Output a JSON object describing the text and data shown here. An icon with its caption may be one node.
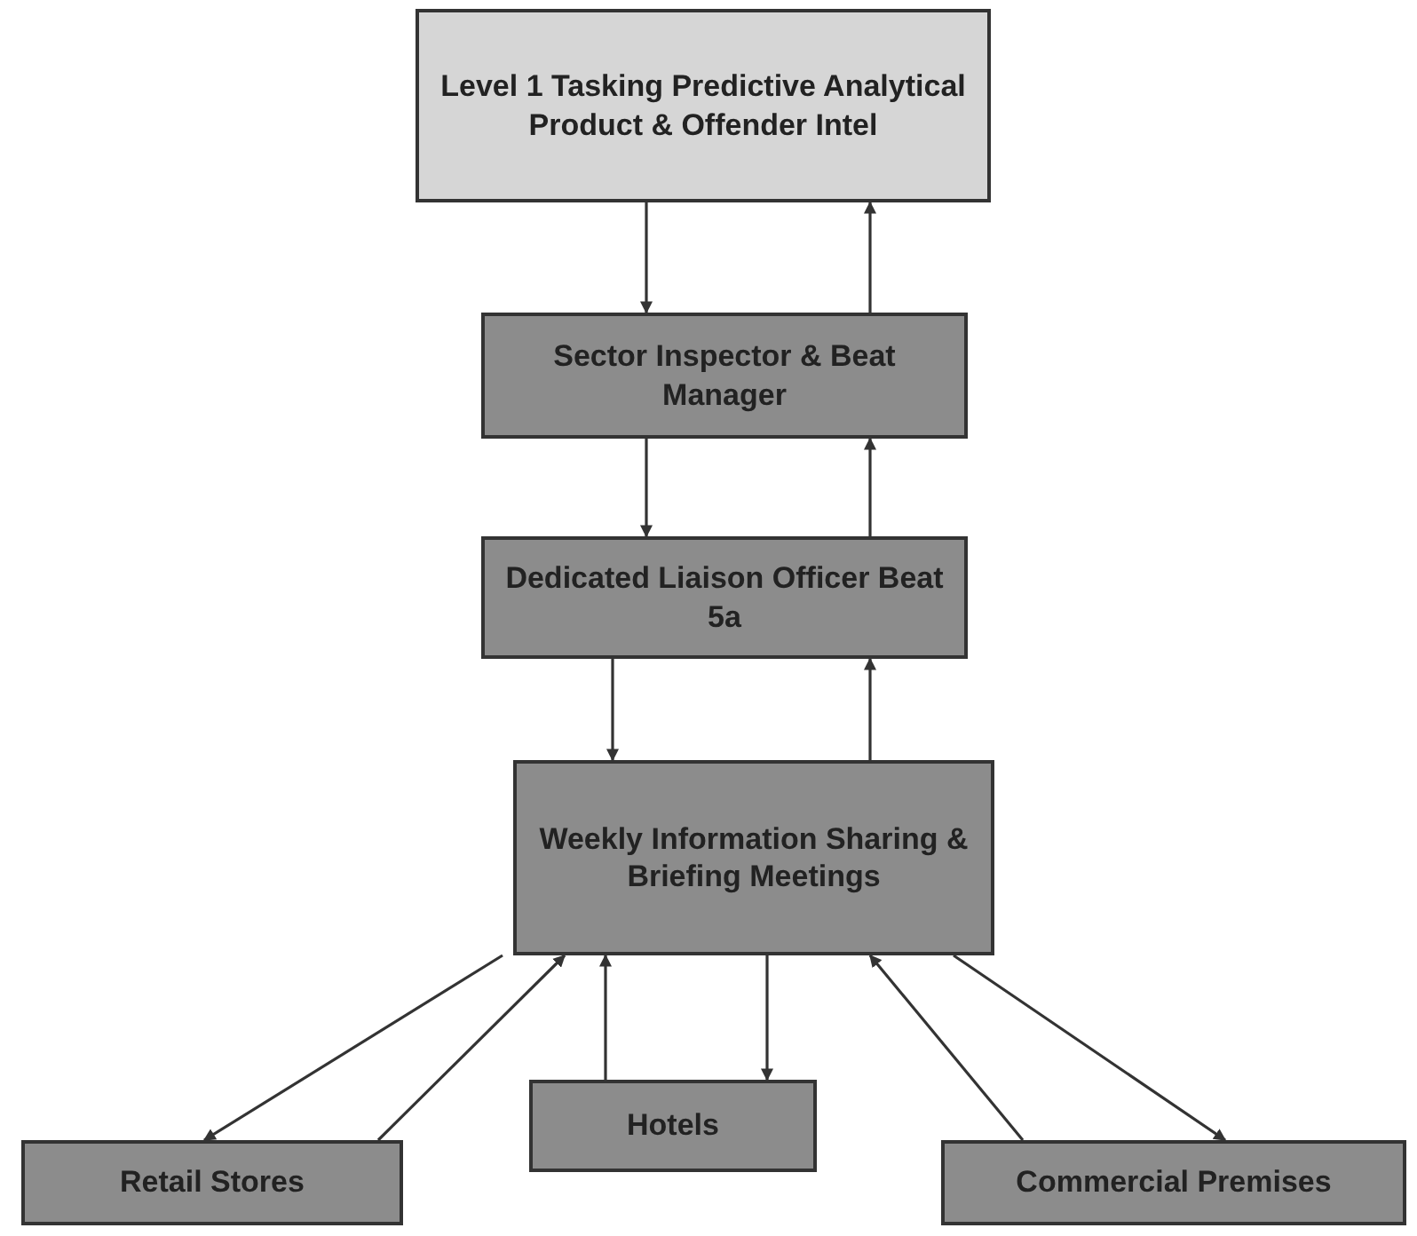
{
  "diagram": {
    "nodes": [
      {
        "text": [
          "Level 1 Tasking Predictive Analytical Product & Offender Intel"
        ]
      },
      {
        "text": [
          "Sector Inspector & Beat Manager"
        ]
      },
      {
        "text": [
          "Dedicated Liaison Officer Beat 5a"
        ]
      },
      {
        "text": [
          "Weekly Information Sharing & Briefing Meetings"
        ]
      },
      {
        "text": [
          "Retail Stores"
        ]
      },
      {
        "text": [
          "Hotels"
        ]
      },
      {
        "text": [
          "Commercial Premises"
        ]
      }
    ],
    "edges": [
      {
        "from": 0,
        "to": 1,
        "arrow": "to"
      },
      {
        "from": 1,
        "to": 0,
        "arrow": "to"
      },
      {
        "from": 1,
        "to": 2,
        "arrow": "to"
      },
      {
        "from": 2,
        "to": 1,
        "arrow": "to"
      },
      {
        "from": 2,
        "to": 3,
        "arrow": "to"
      },
      {
        "from": 3,
        "to": 2,
        "arrow": "to"
      },
      {
        "from": 3,
        "to": 4,
        "arrow": "to"
      },
      {
        "from": 4,
        "to": 3,
        "arrow": "to"
      },
      {
        "from": 5,
        "to": 3,
        "arrow": "to"
      },
      {
        "from": 3,
        "to": 5,
        "arrow": "to"
      },
      {
        "from": 6,
        "to": 3,
        "arrow": "to"
      },
      {
        "from": 3,
        "to": 6,
        "arrow": "to"
      }
    ]
  }
}
